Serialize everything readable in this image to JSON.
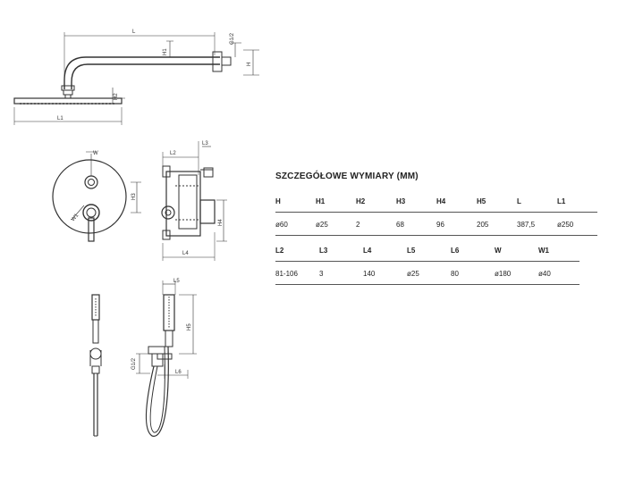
{
  "drawing_labels": {
    "top": {
      "L": "L",
      "H1": "H1",
      "G12": "G1/2",
      "H": "H",
      "H2": "H2",
      "L1": "L1"
    },
    "mixer": {
      "W": "W",
      "H3": "H3",
      "W1": "W1"
    },
    "box": {
      "L2": "L2",
      "L3": "L3",
      "H4": "H4",
      "L4": "L4"
    },
    "hand": {
      "L5": "L5",
      "H5": "H5",
      "G12": "G1/2",
      "L6": "L6"
    }
  },
  "specs": {
    "title": "SZCZEGÓŁOWE WYMIARY (MM)",
    "row1_headers": [
      "H",
      "H1",
      "H2",
      "H3",
      "H4",
      "H5",
      "L",
      "L1"
    ],
    "row1_values": [
      "ø60",
      "ø25",
      "2",
      "68",
      "96",
      "205",
      "387,5",
      "ø250"
    ],
    "row2_headers": [
      "L2",
      "L3",
      "L4",
      "L5",
      "L6",
      "W",
      "W1"
    ],
    "row2_values": [
      "81-106",
      "3",
      "140",
      "ø25",
      "80",
      "ø180",
      "ø40"
    ]
  }
}
